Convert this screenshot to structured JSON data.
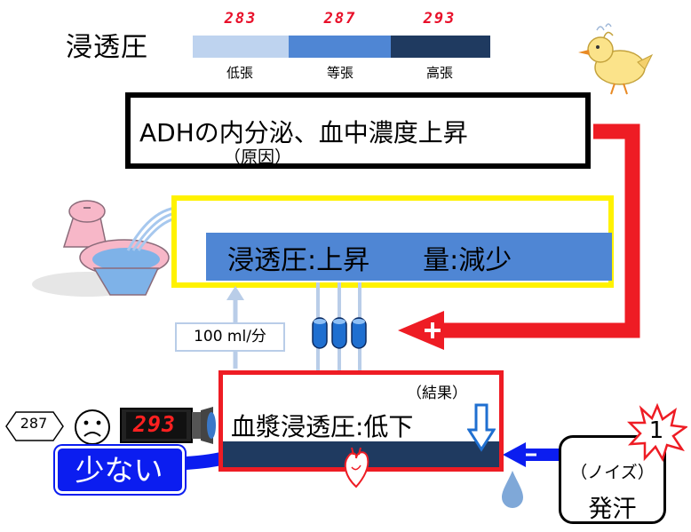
{
  "scale": {
    "title": "浸透圧",
    "segments": [
      {
        "value": "283",
        "label": "低張",
        "color": "#bed3ef"
      },
      {
        "value": "287",
        "label": "等張",
        "color": "#4f86d4"
      },
      {
        "value": "293",
        "label": "高張",
        "color": "#1f3a60"
      }
    ]
  },
  "adh": {
    "main": "ADHの内分泌、血中濃度上昇",
    "sub": "（原因）"
  },
  "urine": {
    "status": "浸透圧:上昇　　量:減少"
  },
  "rate": {
    "label": "100 ml/分"
  },
  "plasma": {
    "status": "血漿浸透圧:低下",
    "note": "（結果）"
  },
  "meter": {
    "reference": "287",
    "reading": "293"
  },
  "fluid_level": {
    "label": "少ない"
  },
  "sweat": {
    "noise": "（ノイズ）",
    "label": "発汗",
    "badge": "1"
  },
  "colors": {
    "arrow_red": "#ee1c24",
    "arrow_blue": "#0b1df0",
    "urine_blue": "#4f86d4",
    "plasma_navy": "#1f3a60"
  }
}
